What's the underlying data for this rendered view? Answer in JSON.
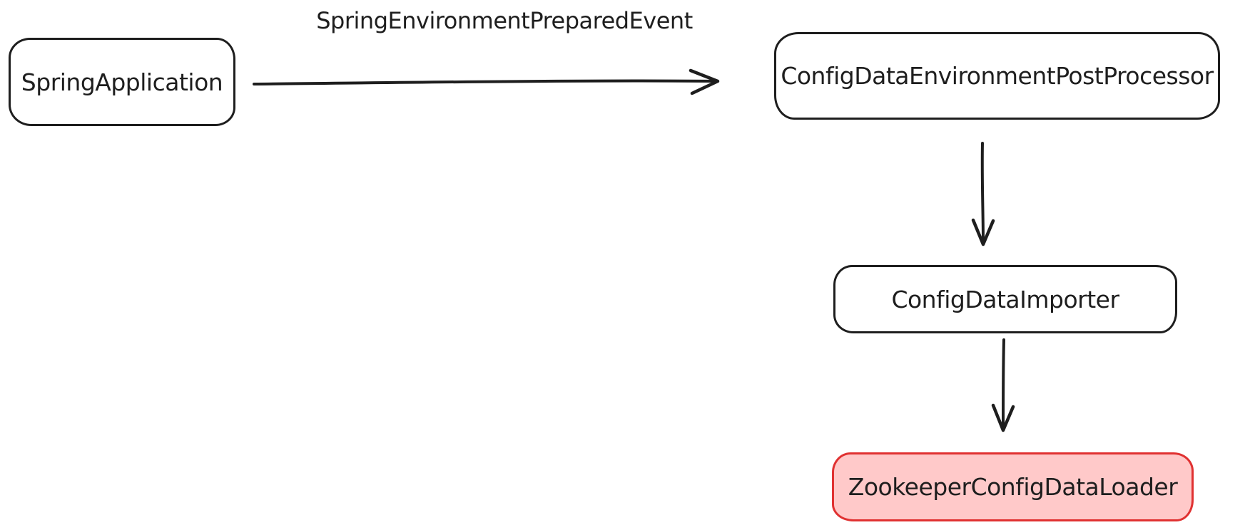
{
  "diagram": {
    "colors": {
      "stroke": "#1e1e1e",
      "accent_border": "#e03131",
      "accent_fill": "#ffc9c9",
      "background": "#ffffff"
    },
    "nodes": [
      {
        "id": "spring-application",
        "label": "SpringApplication",
        "highlighted": false
      },
      {
        "id": "config-data-environment-post-processor",
        "label": "ConfigDataEnvironmentPostProcessor",
        "highlighted": false
      },
      {
        "id": "config-data-importer",
        "label": "ConfigDataImporter",
        "highlighted": false
      },
      {
        "id": "zookeeper-config-data-loader",
        "label": "ZookeeperConfigDataLoader",
        "highlighted": true
      }
    ],
    "edges": [
      {
        "from": "spring-application",
        "to": "config-data-environment-post-processor",
        "label": "SpringEnvironmentPreparedEvent",
        "direction": "right"
      },
      {
        "from": "config-data-environment-post-processor",
        "to": "config-data-importer",
        "label": "",
        "direction": "down"
      },
      {
        "from": "config-data-importer",
        "to": "zookeeper-config-data-loader",
        "label": "",
        "direction": "down"
      }
    ]
  }
}
